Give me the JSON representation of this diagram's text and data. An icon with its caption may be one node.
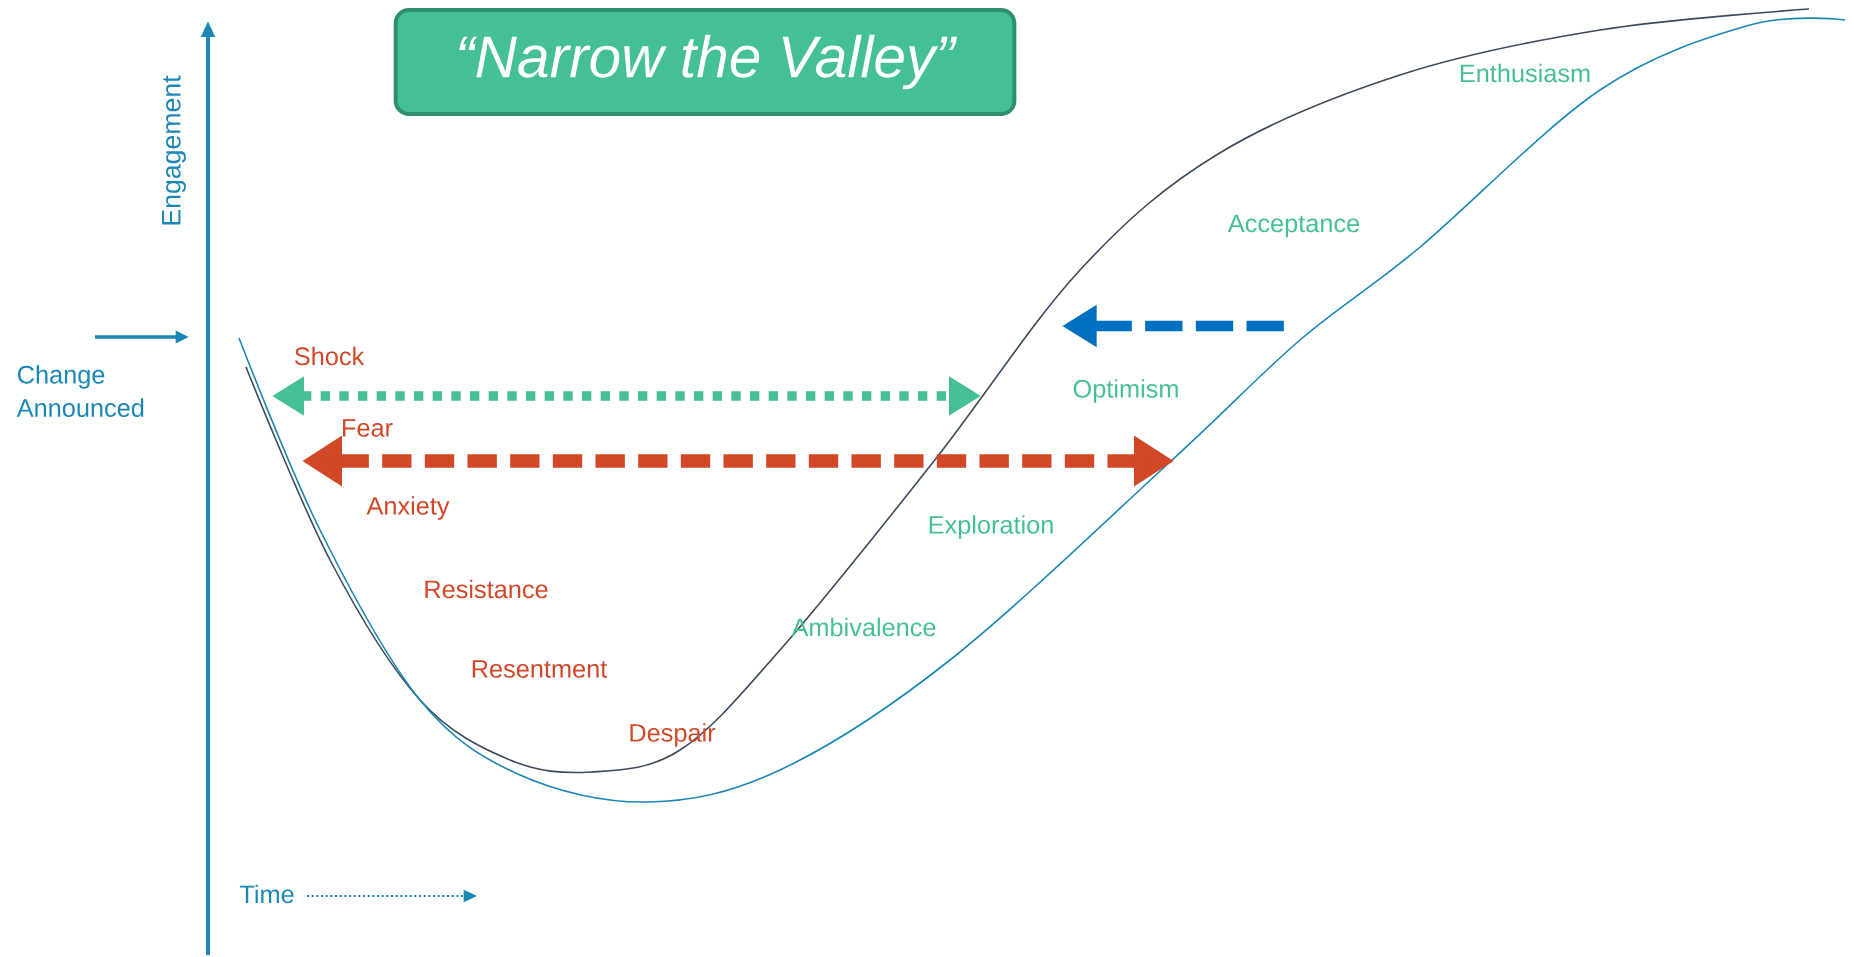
{
  "diagram": {
    "nodes": [
      {
        "text": [
          "“Narrow the Valley”"
        ]
      }
    ],
    "labels": [
      "Engagement",
      "Enthusiasm",
      "Acceptance",
      "Change Announced",
      "Shock",
      "Optimism",
      "Fear",
      "Anxiety",
      "Exploration",
      "Resistance",
      "Ambivalence",
      "Resentment",
      "Despair",
      "Time"
    ]
  }
}
